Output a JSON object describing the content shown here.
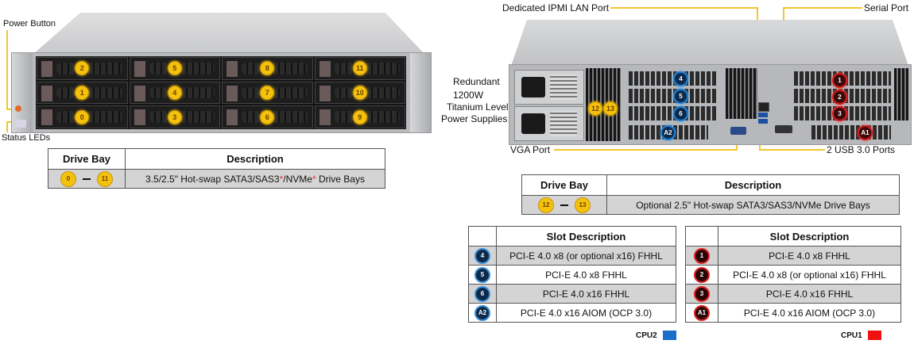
{
  "front": {
    "labels": {
      "power_button": "Power Button",
      "status_leds": "Status LEDs"
    },
    "bays": [
      [
        "2",
        "5",
        "8",
        "11"
      ],
      [
        "1",
        "4",
        "7",
        "10"
      ],
      [
        "0",
        "3",
        "6",
        "9"
      ]
    ],
    "table": {
      "headers": [
        "Drive Bay",
        "Description"
      ],
      "row": {
        "bay_from": "0",
        "bay_to": "11",
        "desc_pre": "3.5/2.5\" Hot-swap SATA3/SAS3",
        "star1": "*",
        "desc_mid": "/NVMe",
        "star2": "*",
        "desc_post": " Drive Bays"
      }
    }
  },
  "rear": {
    "labels": {
      "ipmi": "Dedicated IPMI  LAN Port",
      "serial": "Serial Port",
      "psu_line1": "Redundant",
      "psu_line2": "1200W",
      "psu_line3": "Titanium Level",
      "psu_line4": "Power Supplies",
      "vga": "VGA Port",
      "usb": "2 USB 3.0 Ports"
    },
    "rear_bays": [
      "12",
      "13"
    ],
    "cpu2_slots": [
      "4",
      "5",
      "6",
      "A2"
    ],
    "cpu1_slots": [
      "1",
      "2",
      "3",
      "A1"
    ],
    "table": {
      "headers": [
        "Drive Bay",
        "Description"
      ],
      "row": {
        "bay_from": "12",
        "bay_to": "13",
        "desc": "Optional 2.5\" Hot-swap SATA3/SAS3/NVMe Drive Bays"
      }
    }
  },
  "slots_cpu2": {
    "header": "Slot Description",
    "rows": [
      {
        "id": "4",
        "desc": "PCI-E 4.0 x8 (or optional x16) FHHL"
      },
      {
        "id": "5",
        "desc": "PCI-E 4.0 x8 FHHL"
      },
      {
        "id": "6",
        "desc": "PCI-E 4.0 x16 FHHL"
      },
      {
        "id": "A2",
        "desc": "PCI-E 4.0 x16 AIOM (OCP 3.0)"
      }
    ],
    "legend": "CPU2",
    "color": "#1a6fc8"
  },
  "slots_cpu1": {
    "header": "Slot Description",
    "rows": [
      {
        "id": "1",
        "desc": "PCI-E 4.0 x8 FHHL"
      },
      {
        "id": "2",
        "desc": "PCI-E 4.0 x8 (or optional x16) FHHL"
      },
      {
        "id": "3",
        "desc": "PCI-E 4.0 x16 FHHL"
      },
      {
        "id": "A1",
        "desc": "PCI-E 4.0 x16 AIOM (OCP 3.0)"
      }
    ],
    "legend": "CPU1",
    "color": "#ee1111"
  },
  "colors": {
    "callout_line": "#f2c531",
    "bay_badge": "#f4c20d",
    "row_gray": "#d4d4d4"
  }
}
